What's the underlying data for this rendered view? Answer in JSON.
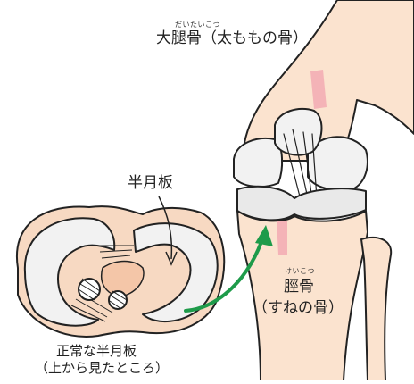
{
  "labels": {
    "femur_ruby": "だいたいこつ",
    "femur": "大腿骨（太ももの骨）",
    "meniscus": "半月板",
    "tibia_ruby": "けいこつ",
    "tibia": "脛骨",
    "tibia_sub": "（すねの骨）",
    "normal_line1": "正常な半月板",
    "normal_line2": "（上から見たところ）"
  },
  "colors": {
    "bone_fill": "#fbe3cf",
    "outline": "#222222",
    "cartilage": "#f2f2f2",
    "cartilage_shadow": "#cfcfcf",
    "pink": "#f4b3b7",
    "arrow": "#1e9b4a"
  }
}
